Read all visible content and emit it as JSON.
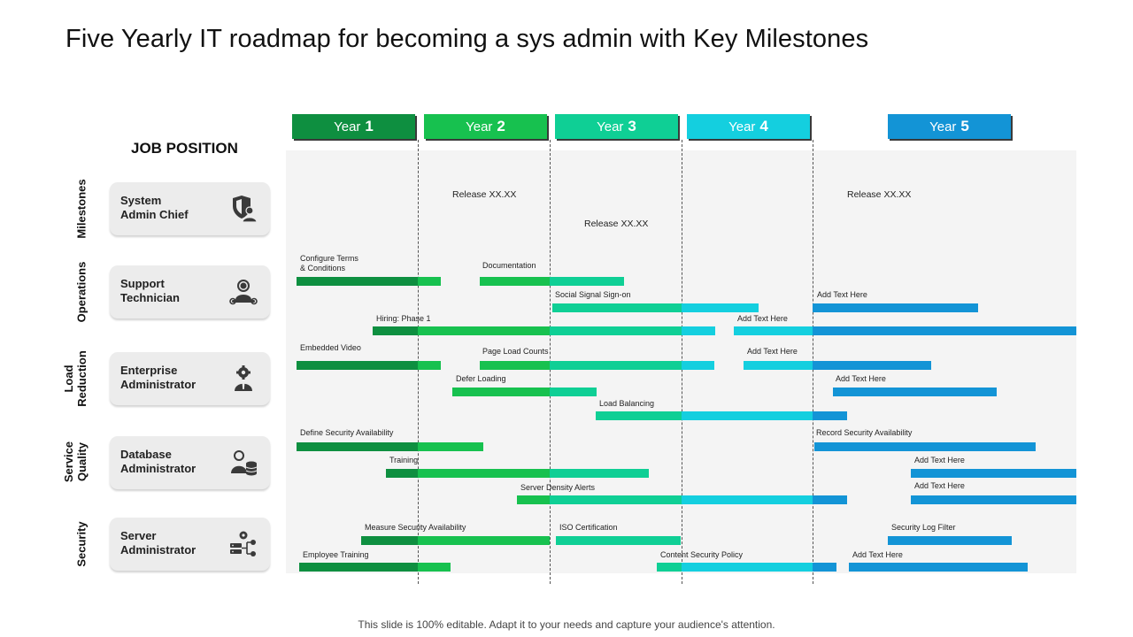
{
  "title": "Five Yearly IT roadmap for becoming a sys admin with Key Milestones",
  "job_header": "JOB POSITION",
  "years": [
    {
      "prefix": "Year",
      "num": "1",
      "color": "#0e8f40"
    },
    {
      "prefix": "Year",
      "num": "2",
      "color": "#17c14f"
    },
    {
      "prefix": "Year",
      "num": "3",
      "color": "#0fcf95"
    },
    {
      "prefix": "Year",
      "num": "4",
      "color": "#14cfdf"
    },
    {
      "prefix": "Year",
      "num": "5",
      "color": "#1394d6"
    }
  ],
  "row_labels": [
    {
      "lines": [
        "Milestones"
      ]
    },
    {
      "lines": [
        "Operations"
      ]
    },
    {
      "lines": [
        "Load",
        "Reduction"
      ]
    },
    {
      "lines": [
        "Service",
        "Quality"
      ]
    },
    {
      "lines": [
        "Security"
      ]
    }
  ],
  "roles": [
    {
      "lines": [
        "System",
        "Admin Chief"
      ],
      "icon": "shield-user-icon"
    },
    {
      "lines": [
        "Support",
        "Technician"
      ],
      "icon": "technician-icon"
    },
    {
      "lines": [
        "Enterprise",
        "Administrator"
      ],
      "icon": "admin-gear-icon"
    },
    {
      "lines": [
        "Database",
        "Administrator"
      ],
      "icon": "database-user-icon"
    },
    {
      "lines": [
        "Server",
        "Administrator"
      ],
      "icon": "server-network-icon"
    }
  ],
  "milestones": [
    "Release XX.XX",
    "Release XX.XX",
    "Release XX.XX"
  ],
  "tasks": [
    {
      "label": [
        "Configure Terms",
        "& Conditions"
      ]
    },
    {
      "label": [
        "Documentation"
      ]
    },
    {
      "label": [
        "Social Signal Sign-on"
      ]
    },
    {
      "label": [
        "Add Text Here"
      ]
    },
    {
      "label": [
        "Hiring: Phase 1"
      ]
    },
    {
      "label": [
        "Add Text Here"
      ]
    },
    {
      "label": [
        "Embedded Video"
      ]
    },
    {
      "label": [
        "Page Load  Counts"
      ]
    },
    {
      "label": [
        "Add Text Here"
      ]
    },
    {
      "label": [
        "Defer Loading"
      ]
    },
    {
      "label": [
        "Add Text Here"
      ]
    },
    {
      "label": [
        "Load Balancing"
      ]
    },
    {
      "label": [
        "Define Security Availability"
      ]
    },
    {
      "label": [
        "Record Security Availability"
      ]
    },
    {
      "label": [
        "Training"
      ]
    },
    {
      "label": [
        "Add Text Here"
      ]
    },
    {
      "label": [
        "Server Density Alerts"
      ]
    },
    {
      "label": [
        "Add Text Here"
      ]
    },
    {
      "label": [
        "Measure  Security Availability"
      ]
    },
    {
      "label": [
        "ISO Certification"
      ]
    },
    {
      "label": [
        "Security Log Filter"
      ]
    },
    {
      "label": [
        "Employee Training"
      ]
    },
    {
      "label": [
        "Content Security Policy"
      ]
    },
    {
      "label": [
        "Add Text Here"
      ]
    }
  ],
  "footer": "This slide is 100% editable. Adapt it to your needs and capture your audience's attention."
}
